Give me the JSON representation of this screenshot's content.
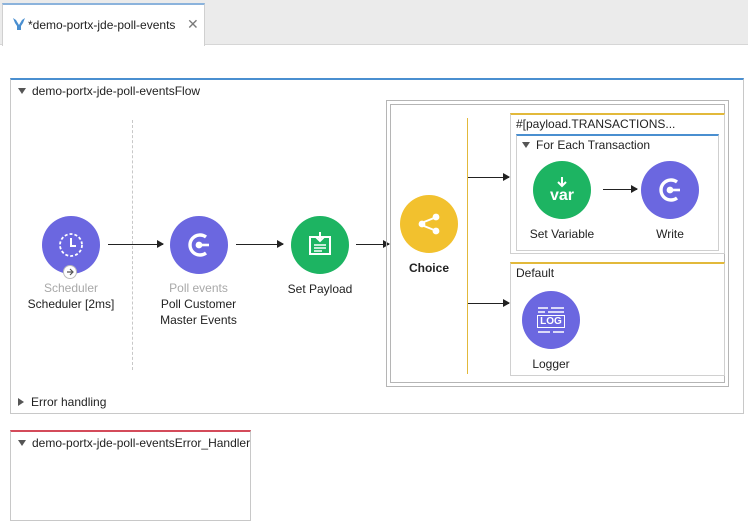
{
  "tab": {
    "icon": "mule-icon",
    "title": "*demo-portx-jde-poll-events",
    "close_glyph": "✕"
  },
  "flow": {
    "title": "demo-portx-jde-poll-eventsFlow",
    "nodes": {
      "scheduler": {
        "type_label": "Scheduler",
        "name": "Scheduler [2ms]",
        "icon": "clock-icon"
      },
      "poll": {
        "type_label": "Poll events",
        "name_line1": "Poll Customer",
        "name_line2": "Master Events",
        "icon": "connector-icon"
      },
      "set_payload": {
        "name": "Set Payload",
        "icon": "set-payload-icon"
      },
      "choice": {
        "name": "Choice",
        "icon": "choice-icon"
      },
      "set_variable": {
        "name": "Set Variable",
        "icon": "var-icon",
        "icon_text": "var"
      },
      "write": {
        "name": "Write",
        "icon": "connector-icon"
      },
      "logger": {
        "name": "Logger",
        "icon": "log-icon",
        "icon_text": "LOG"
      }
    },
    "when_route": {
      "expression": "#[payload.TRANSACTIONS...",
      "foreach_title": "For Each Transaction"
    },
    "default_route": {
      "title": "Default"
    },
    "error_handling_label": "Error handling"
  },
  "error_handler": {
    "title": "demo-portx-jde-poll-eventsError_Handler"
  },
  "colors": {
    "purple": "#6b67e0",
    "green": "#1db462",
    "yellow": "#f2c12e",
    "flow_accent": "#4a8fd0",
    "error_accent": "#d44b5a"
  }
}
